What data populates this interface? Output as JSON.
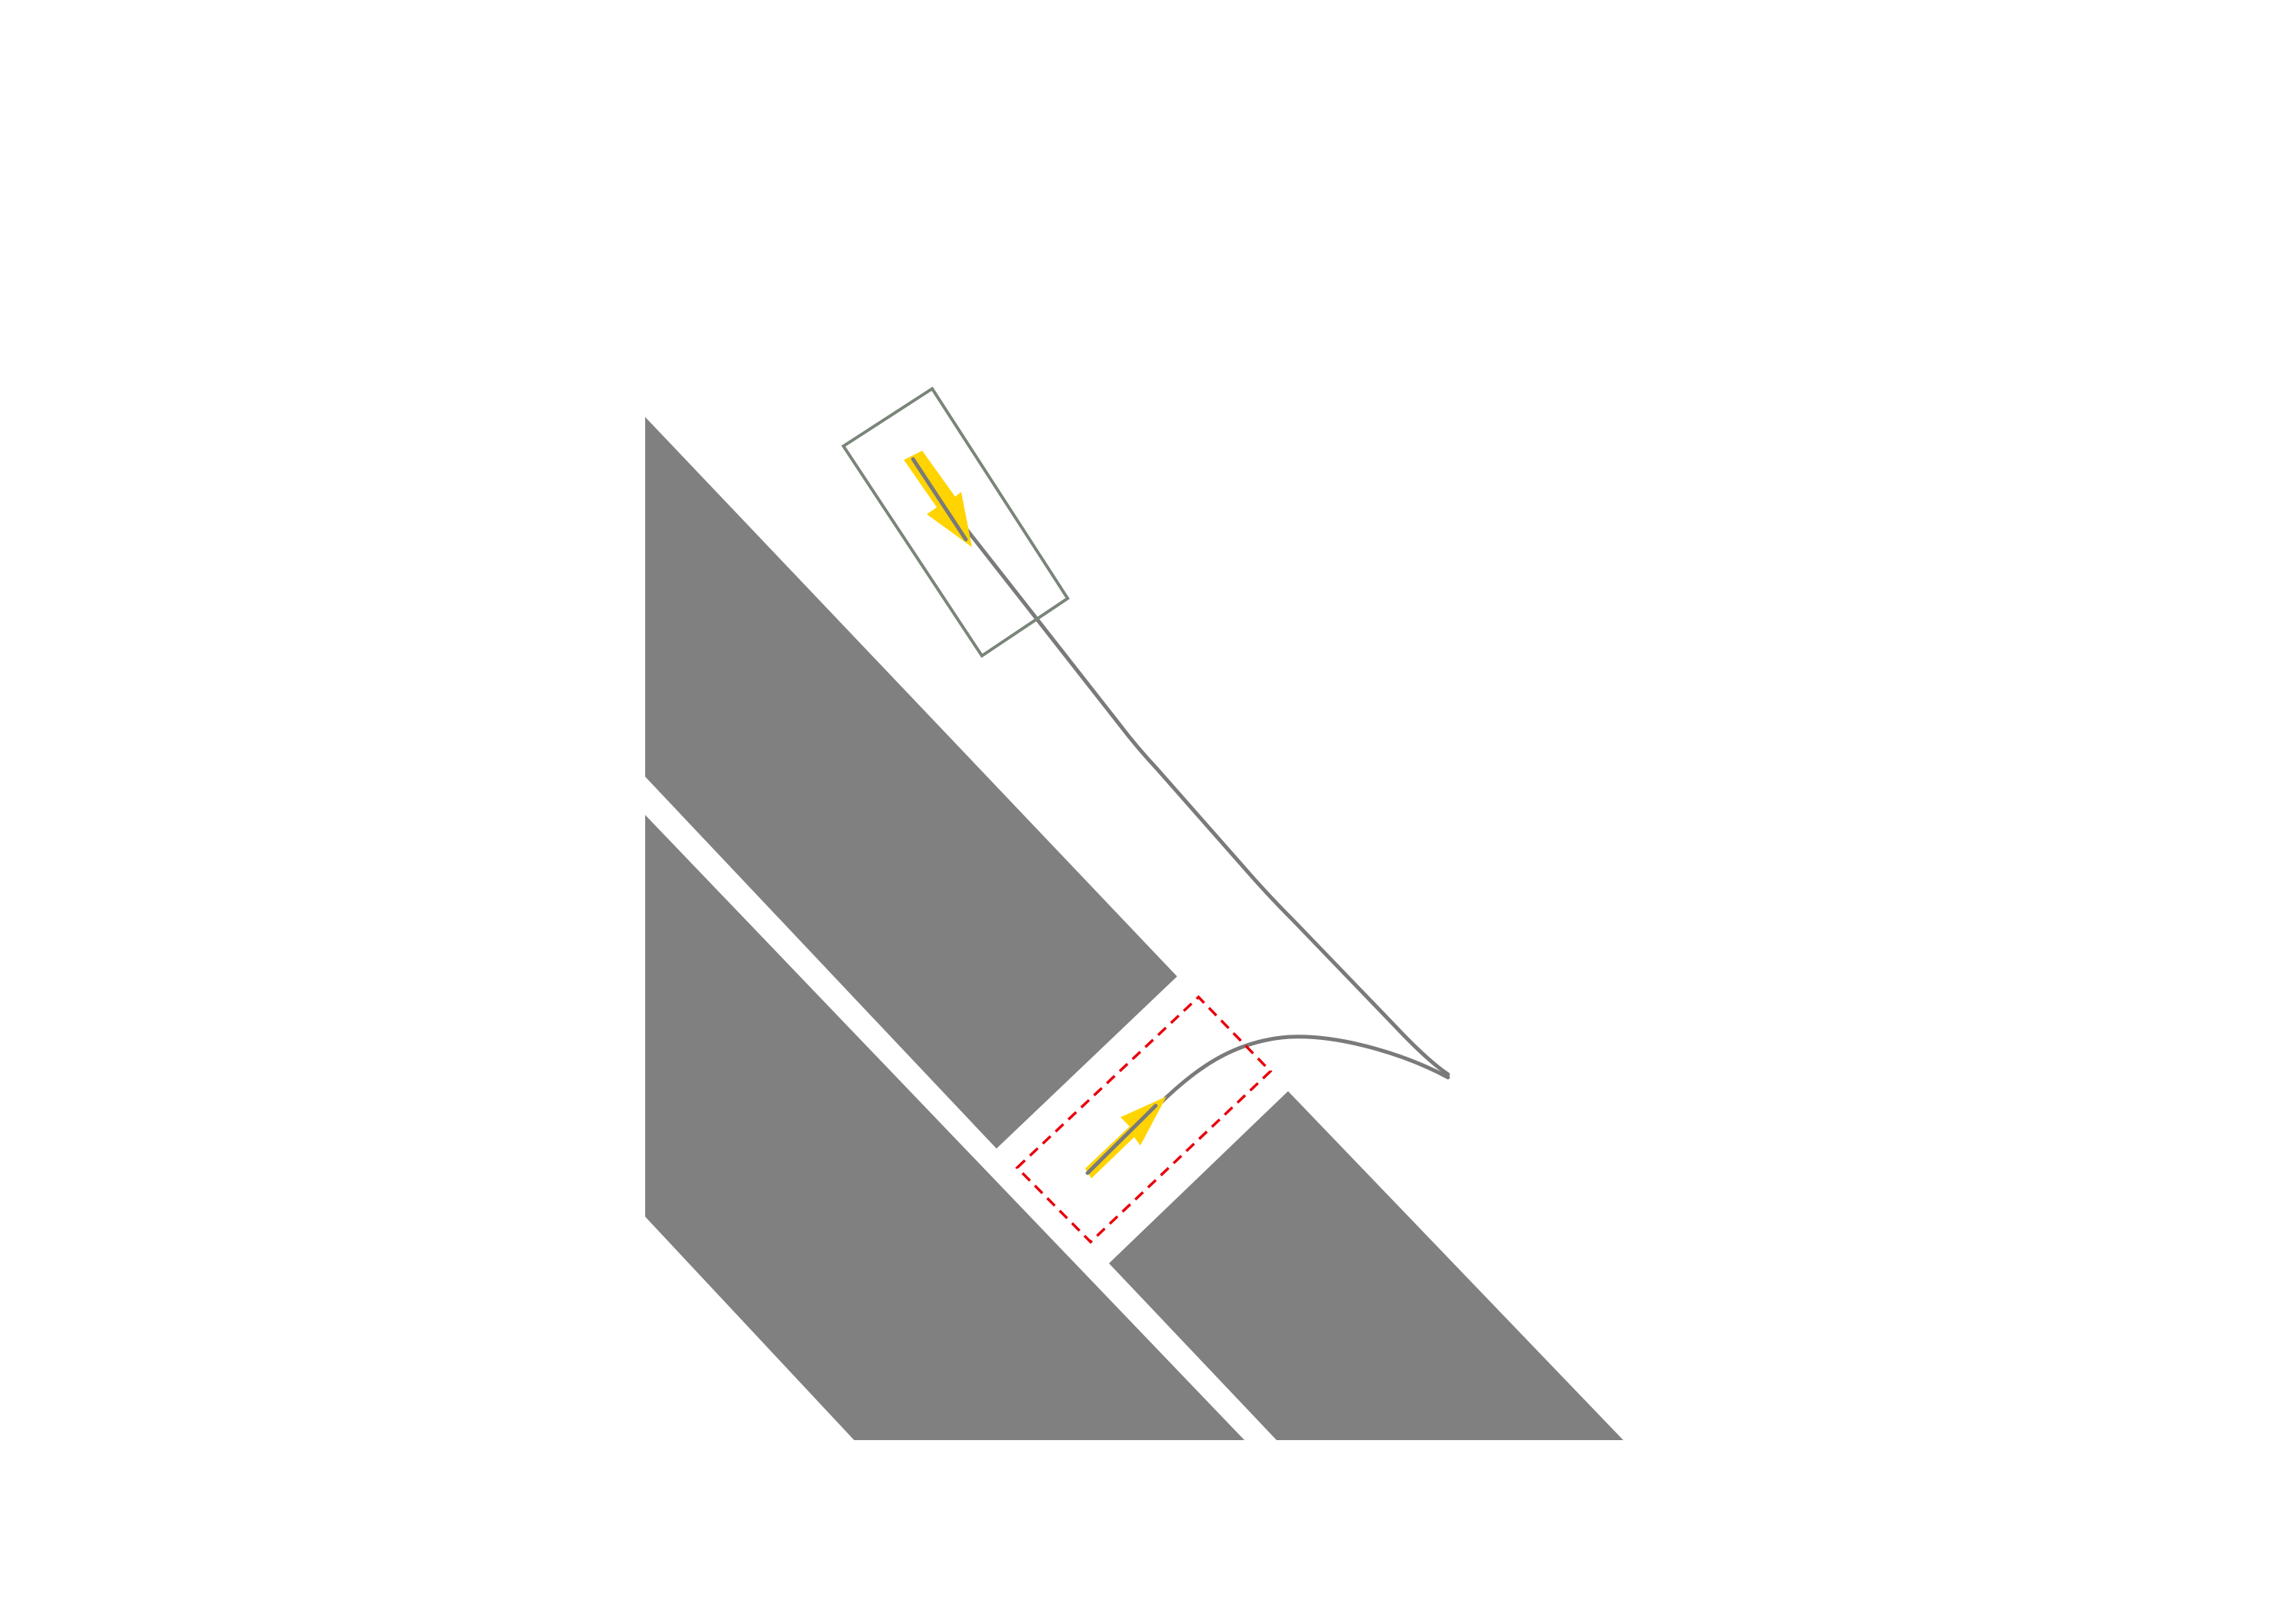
{
  "scene": {
    "background_color": "#ffffff",
    "colors": {
      "block_fill": "#808080",
      "trajectory": "#7a7a7a",
      "ego_vehicle_outline": "#7a857a",
      "target_vehicle_outline": "#e8000b",
      "heading_arrow": "#ffd400"
    },
    "elements": {
      "road_blocks": "gray-polygons",
      "ego_vehicle": "solid-outline-rectangle",
      "target_vehicle": "dashed-red-rectangle",
      "arrows": "yellow-heading-arrows"
    }
  }
}
